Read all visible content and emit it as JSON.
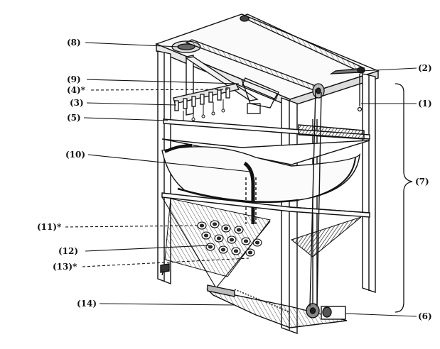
{
  "diagram": {
    "labels": [
      {
        "id": "l1",
        "text": "(1)"
      },
      {
        "id": "l2",
        "text": "(2)"
      },
      {
        "id": "l3",
        "text": "(3)"
      },
      {
        "id": "l4",
        "text": "(4)*"
      },
      {
        "id": "l5",
        "text": "(5)"
      },
      {
        "id": "l6",
        "text": "(6)"
      },
      {
        "id": "l7",
        "text": "(7)"
      },
      {
        "id": "l8",
        "text": "(8)"
      },
      {
        "id": "l9",
        "text": "(9)"
      },
      {
        "id": "l10",
        "text": "(10)"
      },
      {
        "id": "l11",
        "text": "(11)*"
      },
      {
        "id": "l12",
        "text": "(12)"
      },
      {
        "id": "l13",
        "text": "(13)*"
      },
      {
        "id": "l14",
        "text": "(14)"
      }
    ]
  },
  "colors": {
    "ink": "#111111",
    "paper": "#ffffff",
    "shade": "#555555"
  }
}
